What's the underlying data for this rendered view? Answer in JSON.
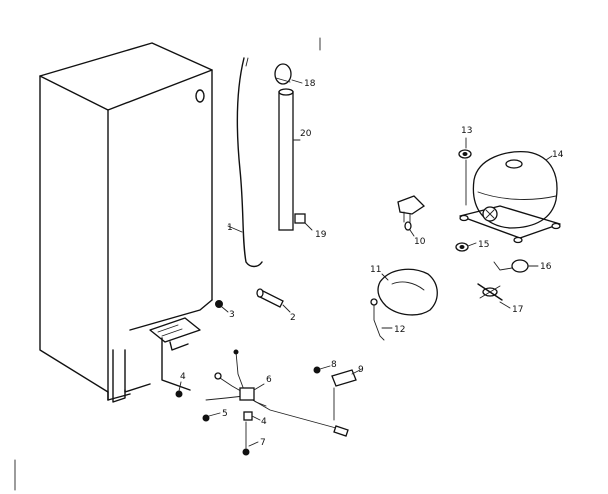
{
  "callouts": {
    "c1": "1",
    "c2": "2",
    "c3": "3",
    "c4a": "4",
    "c4b": "4",
    "c5": "5",
    "c6": "6",
    "c7": "7",
    "c8": "8",
    "c9": "9",
    "c10": "10",
    "c11": "11",
    "c12": "12",
    "c13": "13",
    "c14": "14",
    "c15": "15",
    "c16": "16",
    "c17": "17",
    "c18": "18",
    "c19": "19",
    "c20": "20"
  }
}
